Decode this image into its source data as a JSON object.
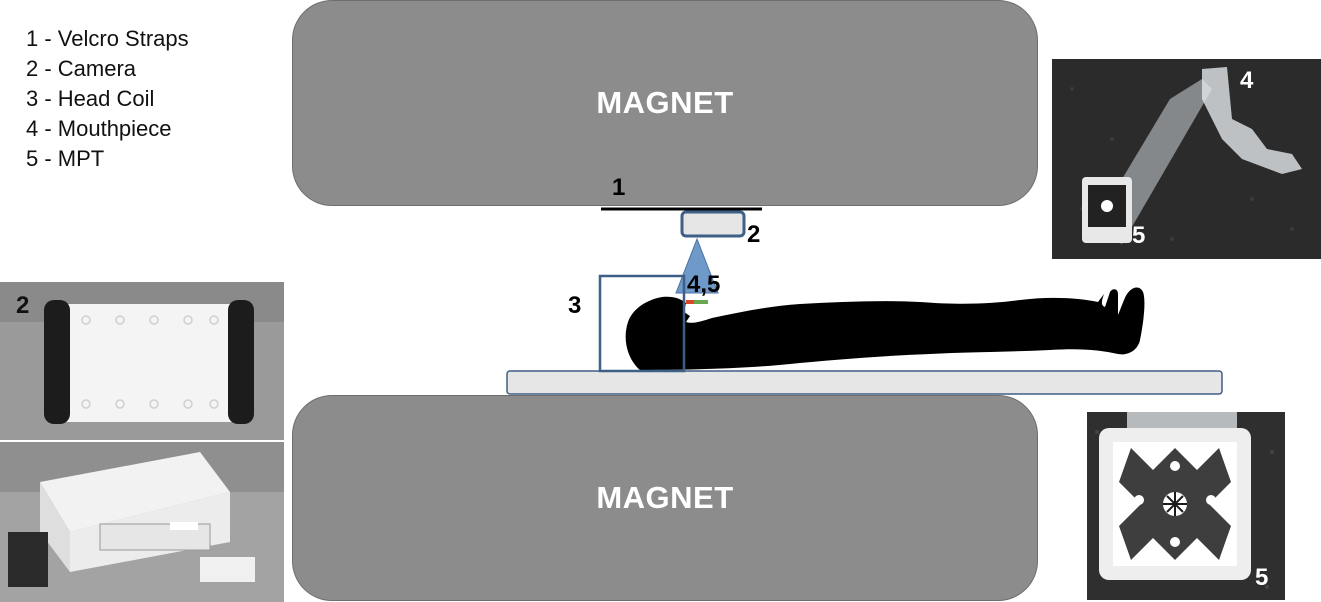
{
  "legend": [
    "1 - Velcro Straps",
    "2 - Camera",
    "3 - Head Coil",
    "4 - Mouthpiece",
    "5 - MPT"
  ],
  "magnet_top_label": "MAGNET",
  "magnet_bottom_label": "MAGNET",
  "labels": {
    "velcro": "1",
    "camera": "2",
    "head_coil": "3",
    "mouthpiece_mpt": "4,5"
  },
  "photos": {
    "top_right": {
      "label_4": "4",
      "label_5": "5"
    },
    "bottom_right": {
      "label_5": "5"
    },
    "camera_top": {
      "label_2": "2"
    }
  },
  "colors": {
    "magnet": "#8c8c8c",
    "table": "#e6e6e6",
    "coil_stroke": "#3e5f86",
    "camera_cone": "#6f99c9"
  }
}
